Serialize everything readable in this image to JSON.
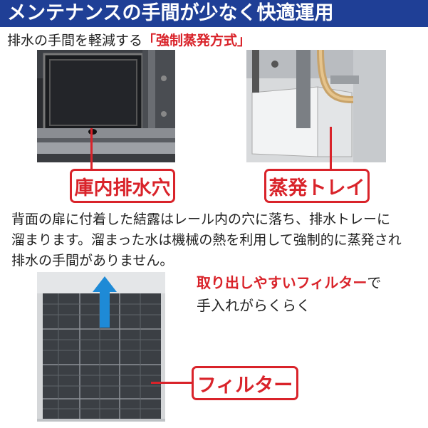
{
  "banner": {
    "title": "メンテナンスの手間が少なく快適運用"
  },
  "subline": {
    "lead": "排水の手間を軽減する",
    "highlight": "「強制蒸発方式」"
  },
  "callouts": {
    "drain_hole": "庫内排水穴",
    "evap_tray": "蒸発トレイ",
    "filter": "フィルター"
  },
  "description": {
    "line1": "背面の扉に付着した結露はレール内の穴に落ち、排水トレーに",
    "line2": "溜まります。溜まった水は機械の熱を利用して強制的に蒸発され",
    "line3": "排水の手間がありません。"
  },
  "feature": {
    "highlight": "取り出しやすいフィルター",
    "suffix": "で",
    "line2": "手入れがらくらく"
  },
  "colors": {
    "banner": "#1f3f96",
    "accent": "#d9232a",
    "arrow": "#1e8ad6"
  }
}
